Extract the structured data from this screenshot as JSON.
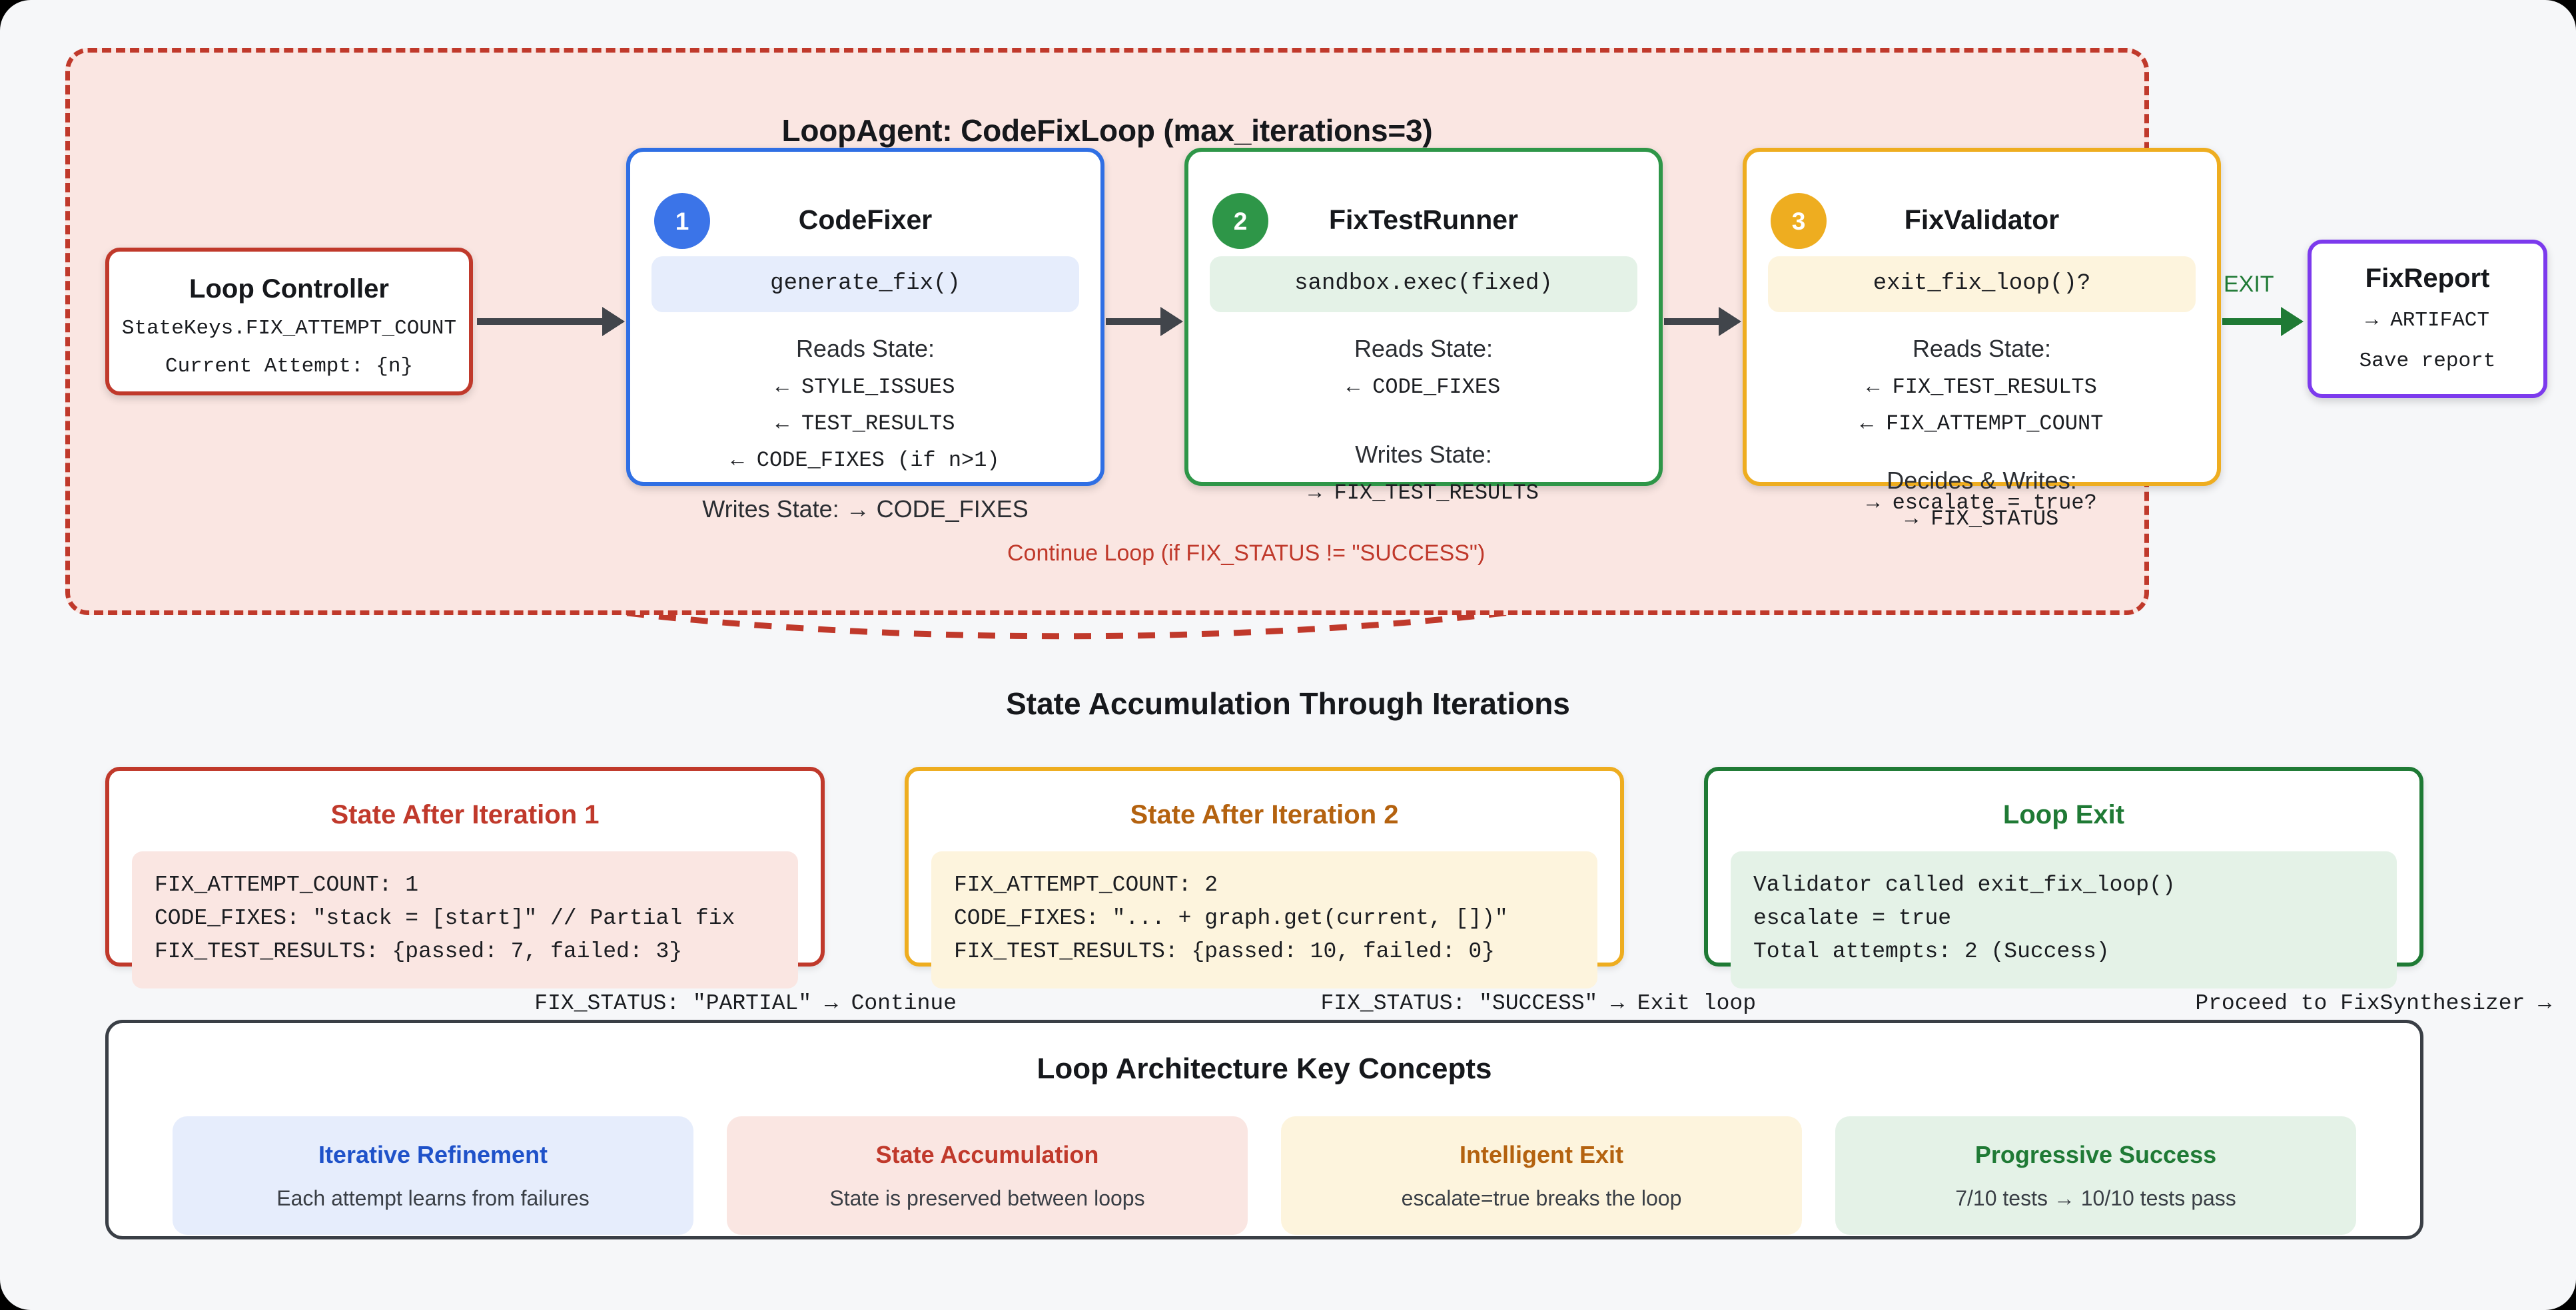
{
  "loop": {
    "title": "LoopAgent: CodeFixLoop (max_iterations=3)",
    "continue_label": "Continue Loop (if FIX_STATUS != \"SUCCESS\")",
    "exit_label": "EXIT"
  },
  "controller": {
    "title": "Loop Controller",
    "line1": "StateKeys.FIX_ATTEMPT_COUNT",
    "line2": "Current Attempt: {n}"
  },
  "agents": [
    {
      "number": "1",
      "title": "CodeFixer",
      "call": "generate_fix()",
      "reads_label": "Reads State:",
      "reads": [
        "← STYLE_ISSUES",
        "← TEST_RESULTS",
        "← CODE_FIXES (if n>1)"
      ],
      "writes_label": "Writes State: → CODE_FIXES",
      "accent": "#2f6fe4"
    },
    {
      "number": "2",
      "title": "FixTestRunner",
      "call": "sandbox.exec(fixed)",
      "reads_label": "Reads State:",
      "reads": [
        "← CODE_FIXES"
      ],
      "writes_label": "Writes State:",
      "writes": [
        "→ FIX_TEST_RESULTS"
      ],
      "accent": "#2e9648"
    },
    {
      "number": "3",
      "title": "FixValidator",
      "call": "exit_fix_loop()?",
      "reads_label": "Reads State:",
      "reads": [
        "← FIX_TEST_RESULTS",
        "← FIX_ATTEMPT_COUNT"
      ],
      "writes_label": "Decides & Writes:",
      "writes": [
        "→ FIX_STATUS"
      ],
      "overflow": "→ escalate = true?",
      "accent": "#eead20"
    }
  ],
  "report": {
    "title": "FixReport",
    "line1": "→ ARTIFACT",
    "line2": "Save report"
  },
  "state_section": {
    "heading": "State Accumulation Through Iterations",
    "cards": [
      {
        "title": "State After Iteration 1",
        "lines": [
          "FIX_ATTEMPT_COUNT: 1",
          "CODE_FIXES: \"stack = [start]\" // Partial fix",
          "FIX_TEST_RESULTS: {passed: 7, failed: 3}"
        ],
        "footer": "FIX_STATUS: \"PARTIAL\" → Continue"
      },
      {
        "title": "State After Iteration 2",
        "lines": [
          "FIX_ATTEMPT_COUNT: 2",
          "CODE_FIXES: \"... + graph.get(current, [])\"",
          "FIX_TEST_RESULTS: {passed: 10, failed: 0}"
        ],
        "footer": "FIX_STATUS: \"SUCCESS\" → Exit loop"
      },
      {
        "title": "Loop Exit",
        "lines": [
          "Validator called exit_fix_loop()",
          "escalate = true",
          "Total attempts: 2 (Success)"
        ],
        "footer": "Proceed to FixSynthesizer →"
      }
    ]
  },
  "concepts": {
    "heading": "Loop Architecture Key Concepts",
    "items": [
      {
        "title": "Iterative Refinement",
        "desc": "Each attempt learns from failures"
      },
      {
        "title": "State Accumulation",
        "desc": "State is preserved between loops"
      },
      {
        "title": "Intelligent Exit",
        "desc": "escalate=true breaks the loop"
      },
      {
        "title": "Progressive Success",
        "desc": "7/10 tests → 10/10 tests pass"
      }
    ]
  }
}
